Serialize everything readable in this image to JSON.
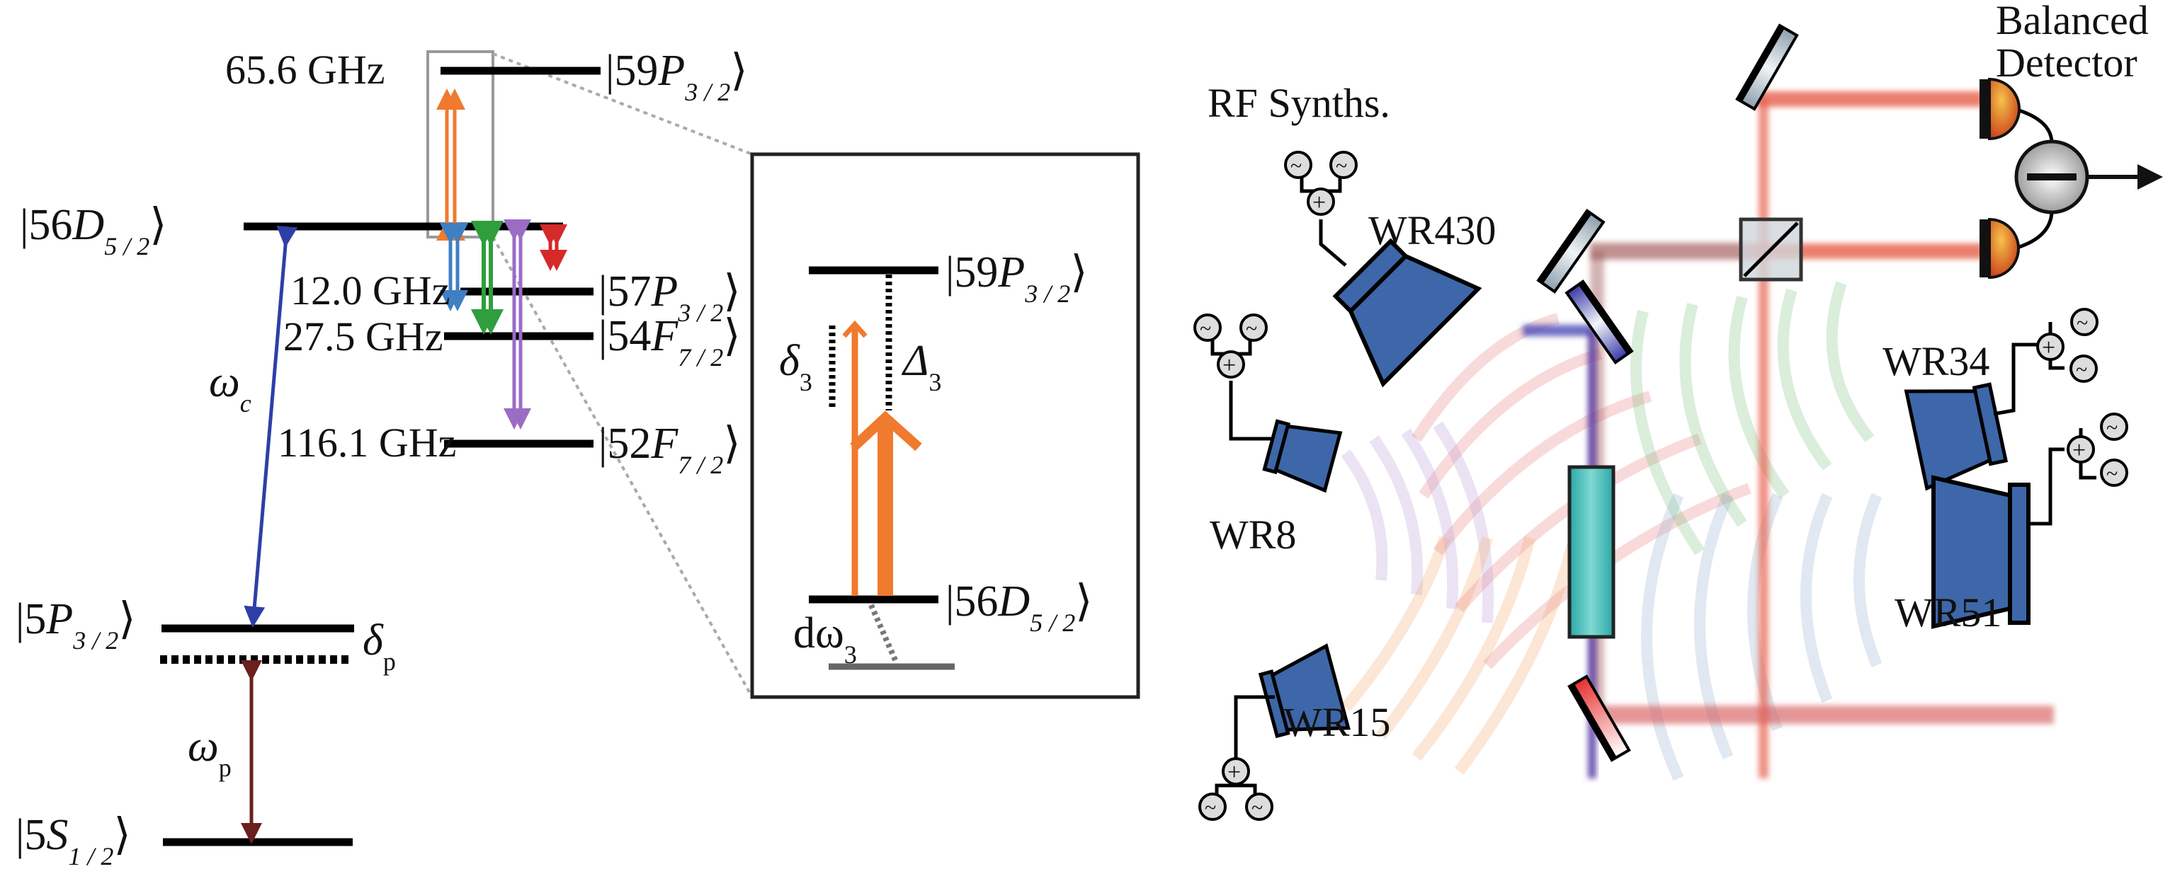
{
  "figure": {
    "left_panel": {
      "title": "Rb energy level diagram",
      "levels": [
        {
          "id": "59P",
          "n": "59",
          "l": "P",
          "j": "3 / 2"
        },
        {
          "id": "56D",
          "n": "56",
          "l": "D",
          "j": "5 / 2"
        },
        {
          "id": "57P",
          "n": "57",
          "l": "P",
          "j": "3 / 2"
        },
        {
          "id": "54F",
          "n": "54",
          "l": "F",
          "j": "7 / 2"
        },
        {
          "id": "52F",
          "n": "52",
          "l": "F",
          "j": "7 / 2"
        },
        {
          "id": "5P",
          "n": "5",
          "l": "P",
          "j": "3 / 2"
        },
        {
          "id": "5S",
          "n": "5",
          "l": "S",
          "j": "1 / 2"
        }
      ],
      "transitions": [
        {
          "label": "65.6 GHz",
          "from": "56D",
          "to": "59P",
          "color": "#f07a2e"
        },
        {
          "label": "12.0 GHz",
          "from": "56D",
          "to": "57P",
          "color": "#3f7fc4"
        },
        {
          "label": "27.5 GHz",
          "from": "56D",
          "to": "54F",
          "color": "#2f9e3c"
        },
        {
          "label": "116.1 GHz",
          "from": "56D",
          "to": "52F",
          "color": "#9a6cc4"
        },
        {
          "label": "",
          "from": "56D",
          "to": "56D-near",
          "color": "#d42a2a"
        }
      ],
      "coupling_label": "ω",
      "coupling_sub": "c",
      "coupling_color": "#2e3fa8",
      "probe_label": "ω",
      "probe_sub": "p",
      "probe_color": "#6b1f1f",
      "probe_detuning": "δ",
      "probe_detuning_sub": "p"
    },
    "inset": {
      "upper": {
        "n": "59",
        "l": "P",
        "j": "3 / 2"
      },
      "lower": {
        "n": "56",
        "l": "D",
        "j": "5 / 2"
      },
      "delta_small": "δ",
      "delta_small_sub": "3",
      "delta_big": "Δ",
      "delta_big_sub": "3",
      "dw_label": "dω",
      "dw_sub": "3",
      "arrow_color": "#f07a2e"
    },
    "right_panel": {
      "rf_title": "RF Synths.",
      "detector_title_1": "Balanced",
      "detector_title_2": "Detector",
      "horns": [
        "WR430",
        "WR8",
        "WR15",
        "WR34",
        "WR51"
      ],
      "colors": {
        "horn": "#3d67a8",
        "probe_beam": "#e8604c",
        "coupling_beam": "#5a3fa8",
        "cell": "#4fc2c0",
        "photodiode": "#e07a20"
      }
    }
  }
}
